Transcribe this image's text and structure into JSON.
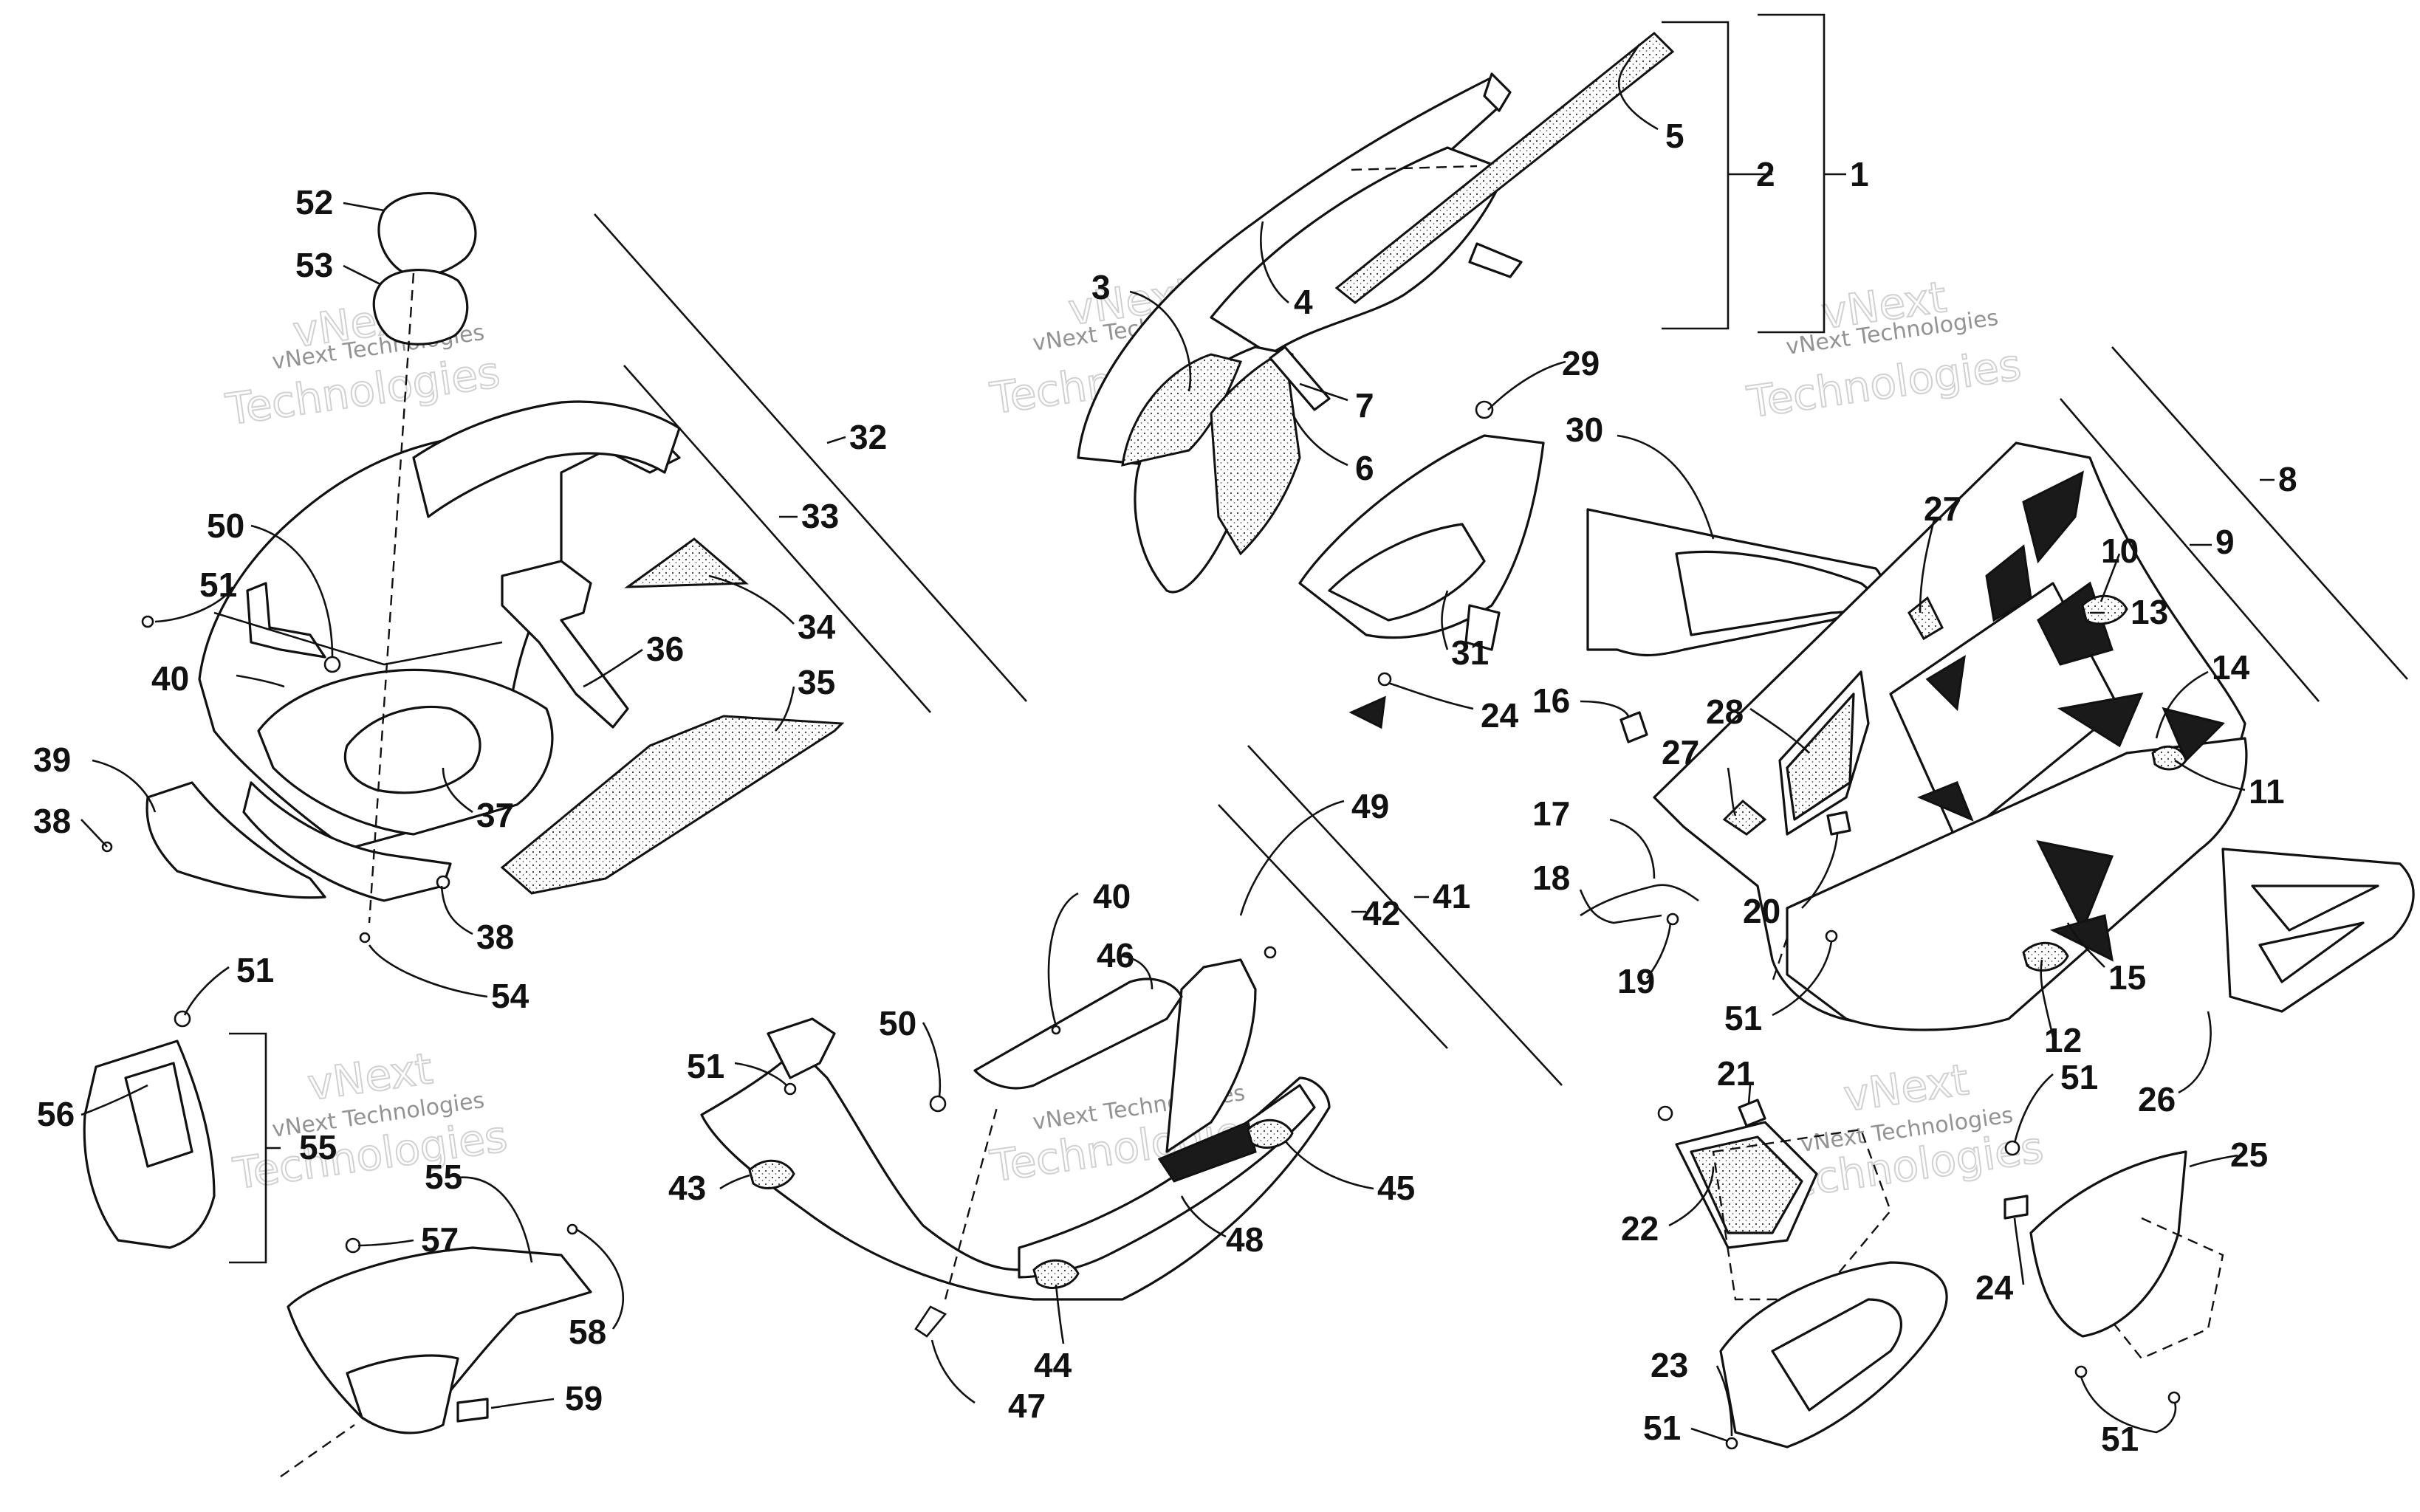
{
  "watermark": {
    "line1": "vNext Technologies",
    "line2": "Technologies",
    "line3": "vNext"
  },
  "callouts": [
    "1",
    "2",
    "3",
    "4",
    "5",
    "6",
    "7",
    "8",
    "9",
    "10",
    "11",
    "12",
    "13",
    "14",
    "15",
    "16",
    "17",
    "18",
    "19",
    "20",
    "21",
    "22",
    "23",
    "24",
    "25",
    "26",
    "27",
    "28",
    "29",
    "30",
    "31",
    "32",
    "33",
    "34",
    "35",
    "36",
    "37",
    "38",
    "39",
    "40",
    "41",
    "42",
    "43",
    "44",
    "45",
    "46",
    "47",
    "48",
    "49",
    "50",
    "51",
    "52",
    "53",
    "54",
    "55",
    "56",
    "57",
    "58",
    "59"
  ]
}
